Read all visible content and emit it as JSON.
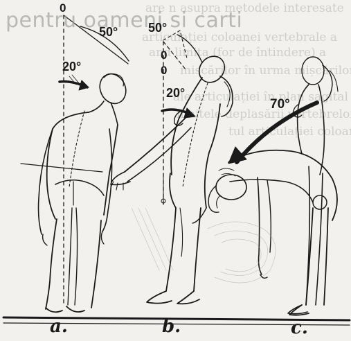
{
  "watermark": "pentru oameni si carti",
  "background_text": [
    "are n asupra metodele interesate",
    "articulației coloanei vertebrale a",
    "and limita (for de întindere) a",
    "miscărilor în urma mișcărilor",
    "ale articulației în plan sagital",
    "limitele deplasării vertebrelor",
    "tul articulației coloanei"
  ],
  "panel_a": {
    "angle_zero": "0",
    "angle_large": "50°",
    "angle_small": "20°",
    "caption": "a."
  },
  "panel_b": {
    "angle_large": "50°",
    "angle_zero_top": "0",
    "angle_zero_bottom": "0",
    "angle_small": "20°",
    "caption": "b."
  },
  "panel_c": {
    "angle": "70°",
    "caption": "c."
  },
  "colors": {
    "ink": "#1a1a1a",
    "paper": "#f2f1ed",
    "watermark": "#a0a0a0"
  }
}
